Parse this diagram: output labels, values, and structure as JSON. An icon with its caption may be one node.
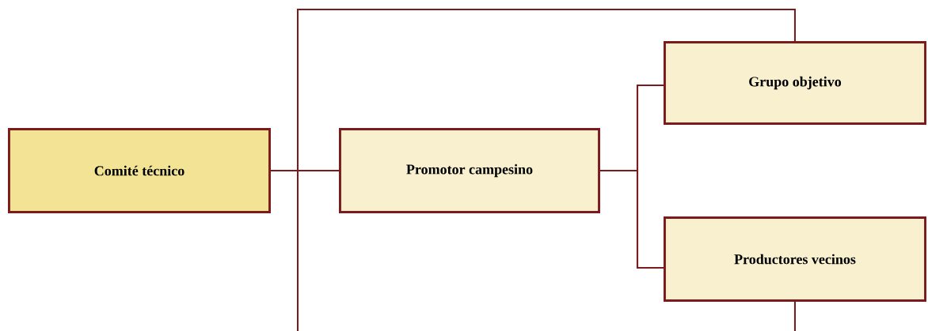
{
  "diagram": {
    "nodes": [
      {
        "text": [
          "Comité técnico"
        ]
      },
      {
        "text": [
          "Promotor campesino"
        ]
      },
      {
        "text": [
          "Grupo objetivo"
        ]
      },
      {
        "text": [
          "Productores vecinos"
        ]
      }
    ],
    "edges": [
      {
        "from": 0,
        "to": 1,
        "arrow": "none"
      },
      {
        "from": 1,
        "to": 2,
        "arrow": "none"
      },
      {
        "from": 1,
        "to": 3,
        "arrow": "none"
      },
      {
        "from": 2,
        "to": 3,
        "arrow": "none"
      }
    ]
  }
}
